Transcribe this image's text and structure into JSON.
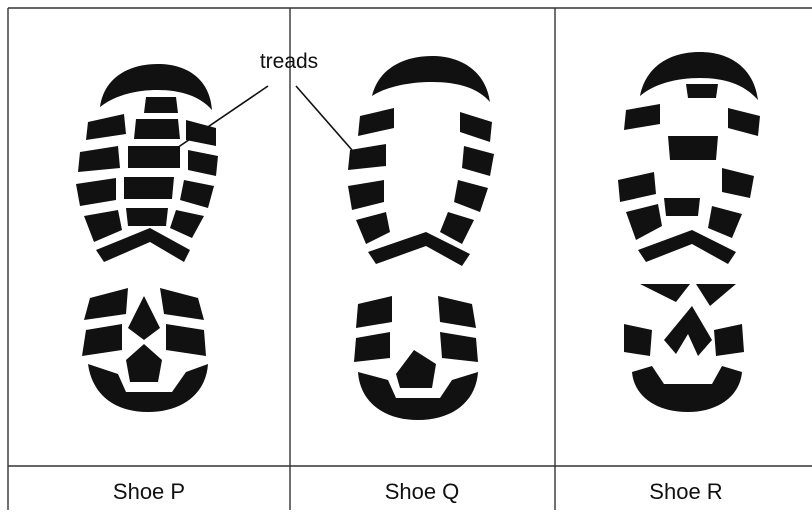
{
  "annotation": {
    "label": "treads"
  },
  "shoes": [
    {
      "id": "P",
      "caption": "Shoe P"
    },
    {
      "id": "Q",
      "caption": "Shoe Q"
    },
    {
      "id": "R",
      "caption": "Shoe R"
    }
  ],
  "colors": {
    "tread": "#111111",
    "frame": "#333333",
    "background": "#ffffff"
  }
}
